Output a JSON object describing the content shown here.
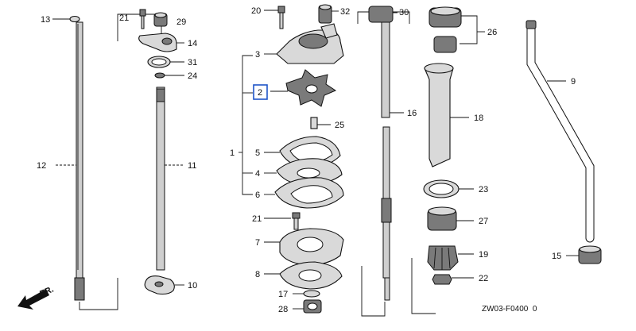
{
  "diagram": {
    "callouts": {
      "p1": "1",
      "p2": "2",
      "p3": "3",
      "p4": "4",
      "p5": "5",
      "p6": "6",
      "p7": "7",
      "p8": "8",
      "p9": "9",
      "p10": "10",
      "p11": "11",
      "p12": "12",
      "p13": "13",
      "p14": "14",
      "p15": "15",
      "p16": "16",
      "p17": "17",
      "p18": "18",
      "p19": "19",
      "p20": "20",
      "p21a": "21",
      "p21b": "21",
      "p22": "22",
      "p23": "23",
      "p24": "24",
      "p25": "25",
      "p26": "26",
      "p27": "27",
      "p28": "28",
      "p29": "29",
      "p30": "30",
      "p31": "31",
      "p32": "32"
    },
    "front_label": "FR.",
    "drawing_code": "ZW03-F0400  0",
    "highlighted_part": "2",
    "highlight_color": "#1f55c8"
  }
}
